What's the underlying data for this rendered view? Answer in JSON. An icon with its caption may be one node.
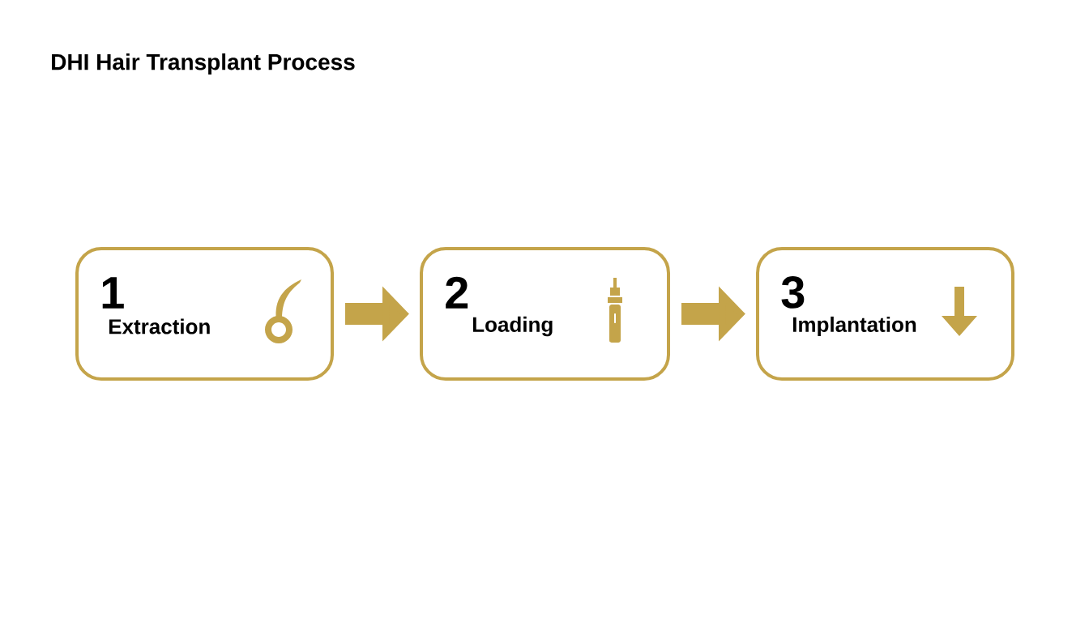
{
  "diagram": {
    "title": "DHI Hair Transplant Process",
    "nodes": [
      {
        "text": [
          "1",
          "Extraction"
        ]
      },
      {
        "text": [
          "2",
          "Loading"
        ]
      },
      {
        "text": [
          "3",
          "Implantation"
        ]
      }
    ],
    "edges": [
      {
        "from": 0,
        "to": 1,
        "arrow": "to"
      },
      {
        "from": 1,
        "to": 2,
        "arrow": "to"
      }
    ]
  }
}
